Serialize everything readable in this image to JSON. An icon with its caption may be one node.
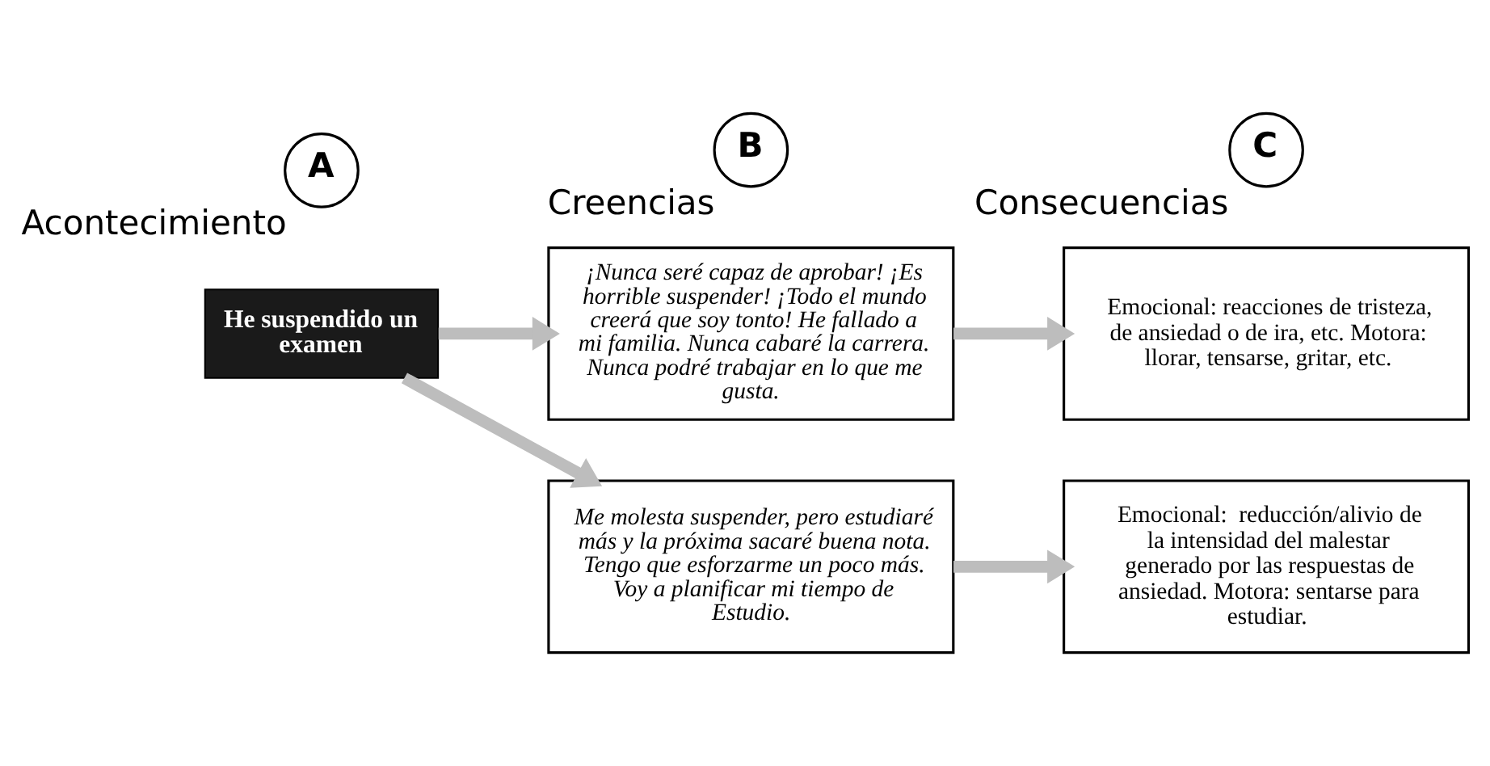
{
  "diagram": {
    "nodes": [
      {
        "text": [
          "A"
        ],
        "beside": [
          "Acontecimiento"
        ]
      },
      {
        "text": [
          "B"
        ],
        "beside": [
          "Creencias"
        ]
      },
      {
        "text": [
          "C"
        ],
        "beside": [
          "Consecuencias"
        ]
      },
      {
        "text": [
          "He suspendido un examen"
        ]
      },
      {
        "text": [
          "¡Nunca seré capaz de aprobar! ¡Es horrible suspender! ¡Todo el mundo creerá que soy tonto! He fallado a mi familia. Nunca cabaré la carrera. Nunca podré trabajar en lo que me gusta."
        ]
      },
      {
        "text": [
          "Me molesta suspender, pero estudiaré más y la próxima sacaré buena nota. Tengo que esforzarme un poco más. Voy a planificar mi tiempo de Estudio."
        ]
      },
      {
        "text": [
          "Emocional: reacciones de tristeza, de ansiedad o de ira, etc. Motora: llorar, tensarse, gritar, etc."
        ]
      },
      {
        "text": [
          "Emocional:  reducción/alivio de la intensidad del malestar generado por las respuestas de ansiedad. Motora: sentarse para estudiar."
        ]
      }
    ],
    "edges": [
      {
        "from": 3,
        "to": 4,
        "arrow": "to"
      },
      {
        "from": 3,
        "to": 5,
        "arrow": "to"
      },
      {
        "from": 4,
        "to": 6,
        "arrow": "to"
      },
      {
        "from": 5,
        "to": 7,
        "arrow": "to"
      }
    ]
  }
}
